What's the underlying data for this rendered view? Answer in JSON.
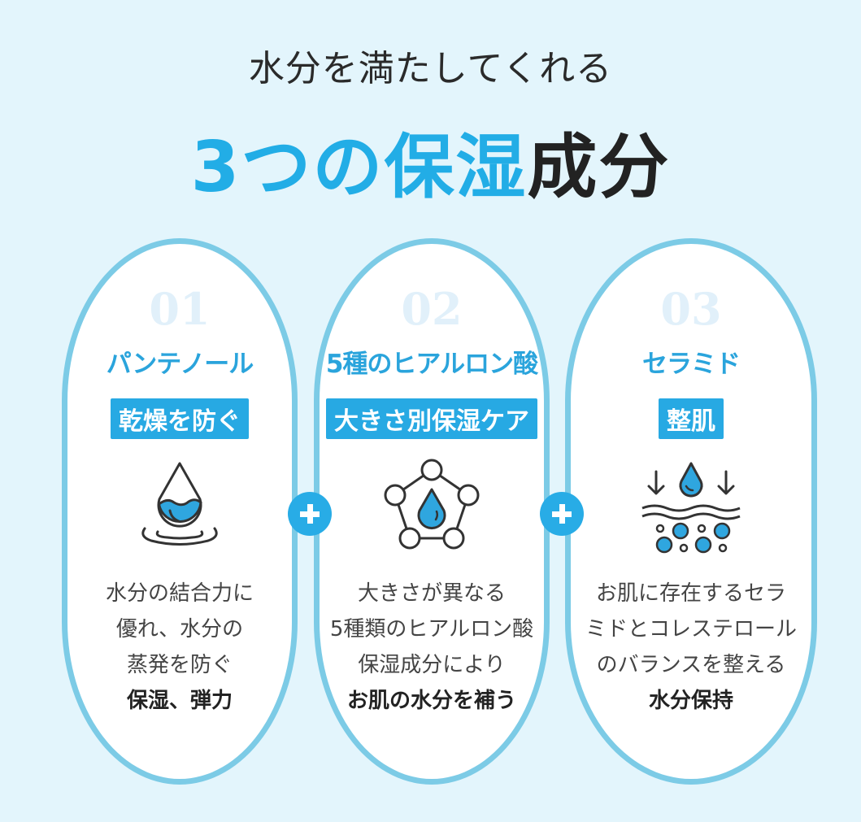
{
  "header": {
    "subtitle": "水分を満たしてくれる",
    "title_blue": "3つの保湿",
    "title_dark": "成分"
  },
  "colors": {
    "background": "#e3f5fc",
    "accent": "#22ade6",
    "pill_border": "#7ccbe6",
    "tag_bg": "#27a9e3"
  },
  "ingredients": [
    {
      "number": "01",
      "name": "パンテノール",
      "tag": "乾燥を防ぐ",
      "icon": "water-drop-ripple-icon",
      "desc_lines": [
        "水分の結合力に",
        "優れ、水分の",
        "蒸発を防ぐ"
      ],
      "desc_bold": "保湿、弾力"
    },
    {
      "number": "02",
      "name": "5種のヒアルロン酸",
      "tag": "大きさ別保湿ケア",
      "icon": "molecule-drop-icon",
      "desc_lines": [
        "大きさが異なる",
        "5種類のヒアルロン酸",
        "保湿成分により"
      ],
      "desc_bold": "お肌の水分を補う"
    },
    {
      "number": "03",
      "name": "セラミド",
      "tag": "整肌",
      "icon": "skin-layer-absorb-icon",
      "desc_lines": [
        "お肌に存在するセラ",
        "ミドとコレステロール",
        "のバランスを整える"
      ],
      "desc_bold": "水分保持"
    }
  ],
  "connectors": [
    "plus-icon",
    "plus-icon"
  ]
}
